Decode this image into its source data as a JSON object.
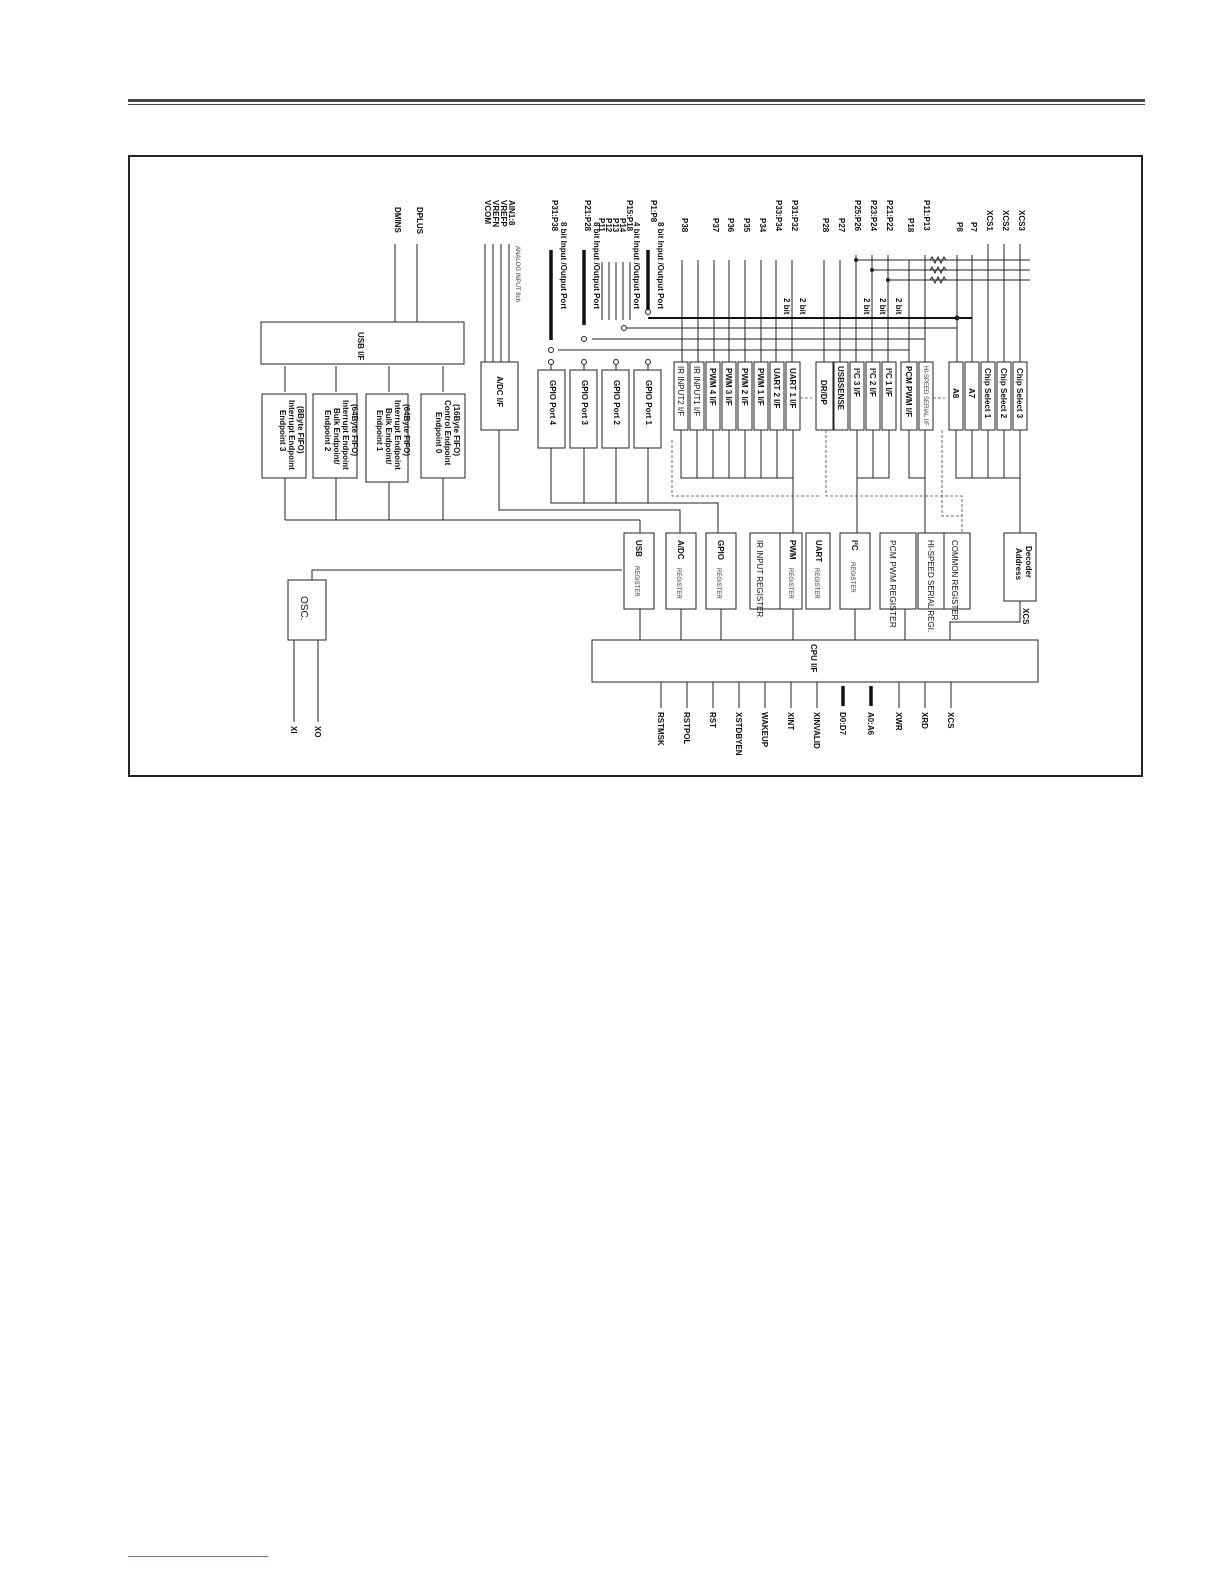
{
  "diagram": {
    "cpu": "CPU I/F",
    "osc": "OSC.",
    "usb_if": "USB I/F",
    "adc_if": "A/DC I/F",
    "address_decoder": [
      "Address",
      "Decoder"
    ],
    "xcs_out": "XCS",
    "endpoints": [
      [
        "Endpoint 3",
        "Interrupt Endpoint",
        "(8Byte FIFO)"
      ],
      [
        "Endpoint 2",
        "Bulk Endpoint/",
        "Interrupt Endpoint",
        "(64Byte FIFO)"
      ],
      [
        "Endpoint 1",
        "Bulk Endpoint/",
        "Interrupt Endpoint",
        "(64Byte FIFO)"
      ],
      [
        "Endpoint 0",
        "Control Endpoint",
        "(16Byte FIFO)"
      ]
    ],
    "gpio_ports": [
      "GPIO Port 4",
      "GPIO Port 3",
      "GPIO Port 2",
      "GPIO Port 1"
    ],
    "interfaces": [
      "IR INPUT2 I/F",
      "IR INPUT1 I/F",
      "PWM 4 I/F",
      "PWM 3 I/F",
      "PWM 2 I/F",
      "PWM 1 I/F",
      "UART 2 I/F",
      "UART 1 I/F",
      "DR/DP",
      "USBSENSE",
      "I²C 3 I/F",
      "I²C 2 I/F",
      "I²C 1 I/F",
      "PCM PWM I/F",
      "HI-SPEED SERIAL I/F",
      "A8",
      "A7",
      "Chip Select 1",
      "Chip Select 2",
      "Chip Select 3"
    ],
    "registers": [
      {
        "bold": "USB",
        "rest": "REGISTER"
      },
      {
        "bold": "A/DC",
        "rest": "REGISTER"
      },
      {
        "bold": "GPIO",
        "rest": "REGISTER"
      },
      {
        "bold": "",
        "rest": "IR INPUT REGISTER"
      },
      {
        "bold": "PWM",
        "rest": "REGISTER"
      },
      {
        "bold": "UART",
        "rest": "REGISTER"
      },
      {
        "bold": "I²C",
        "rest": "REGISTER"
      },
      {
        "bold": "",
        "rest": "PCM PWM REGISTER"
      },
      {
        "bold": "",
        "rest": "HI-SPEED SERIAL REGI."
      },
      {
        "bold": "",
        "rest": "COMMON REGISTER"
      }
    ],
    "top_pins": [
      "DMINS",
      "DPLUS",
      "AIN1:8",
      "VREFP",
      "VREFN",
      "VCOM",
      "P31:P38",
      "P21:P28",
      "P15:P18",
      "P14",
      "P13",
      "P12",
      "P11",
      "P1:P8",
      "P38",
      "P37",
      "P36",
      "P35",
      "P34",
      "P33:P34",
      "P31:P32",
      "P28",
      "P27",
      "P25:P26",
      "P23:P24",
      "P21:P22",
      "P18",
      "P11:P13",
      "P8",
      "P7",
      "XCS1",
      "XCS2",
      "XCS3"
    ],
    "port_labels": [
      "ANALOG INPUT 8ch",
      "8 bit Input /Output Port",
      "8 bit Input /Output Port",
      "4 bit Input /Output Port",
      "8 bit Input /Output Port",
      "2 bit",
      "2 bit",
      "2 bit",
      "2 bit",
      "2 bit"
    ],
    "bottom_pins": [
      "XI",
      "XO",
      "RSTMSK",
      "RSTPOL",
      "RST",
      "XSTDBYEN",
      "WAKEUP",
      "XINT",
      "XINVALID",
      "D0:D7",
      "A0:A6",
      "XWR",
      "XRD",
      "XCS"
    ]
  }
}
